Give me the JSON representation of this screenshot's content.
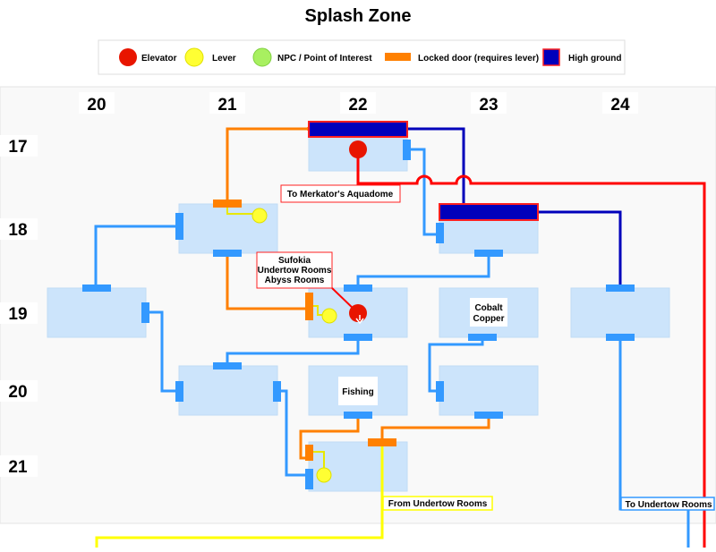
{
  "title": "Splash Zone",
  "legend": [
    {
      "label": "Elevator",
      "color": "#e81500"
    },
    {
      "label": "Lever",
      "color": "#ffff33"
    },
    {
      "label": "NPC / Point of Interest",
      "color": "#a8f060"
    },
    {
      "label": "Locked door (requires lever)",
      "color": "#ff8000"
    },
    {
      "label": "High ground",
      "color": "#0000bb"
    }
  ],
  "columns": [
    "20",
    "21",
    "22",
    "23",
    "24"
  ],
  "rows": [
    "17",
    "18",
    "19",
    "20",
    "21"
  ],
  "rooms": {
    "cobalt_copper": [
      "Cobalt",
      "Copper"
    ],
    "fishing": "Fishing"
  },
  "labels": {
    "merkator": "To Merkator's Aquadome",
    "sufokia": [
      "Sufokia",
      "Undertow Rooms",
      "Abyss Rooms"
    ],
    "from_undertow": "From Undertow Rooms",
    "to_undertow": "To Undertow Rooms"
  },
  "colors": {
    "door": "#3399ff",
    "room": "#cce4fb",
    "elevator_line": "#ff0000",
    "highground_line": "#0000bb",
    "locked_line": "#ff8000",
    "lever_line": "#ffff00"
  }
}
